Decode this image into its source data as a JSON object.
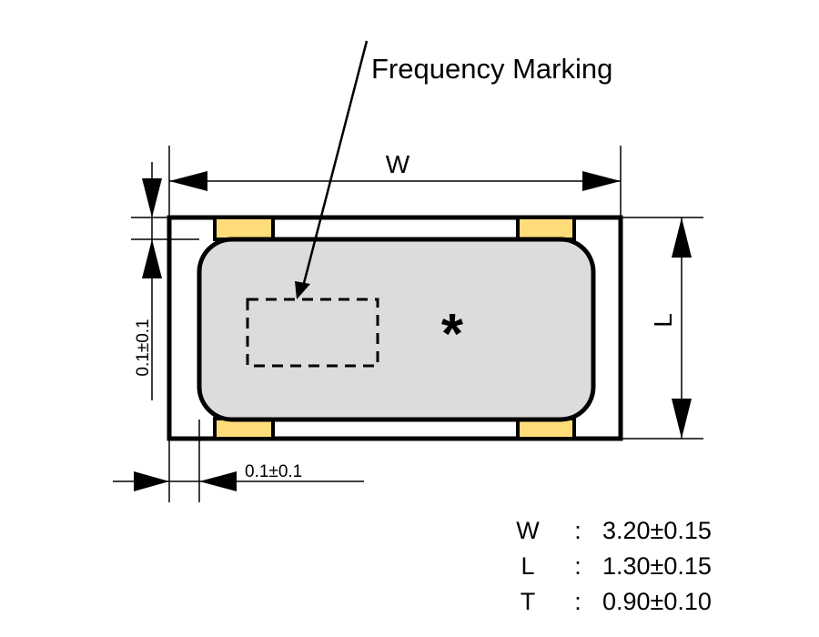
{
  "title_label": "Frequency Marking",
  "dimension_labels": {
    "width": "W",
    "length": "L",
    "left_gap": "0.1±0.1",
    "bottom_gap": "0.1±0.1"
  },
  "center_mark": "*",
  "colors": {
    "body_fill": "#dcdcdc",
    "pad_fill": "#ffdc7a",
    "line": "#000000"
  },
  "spec_table": [
    {
      "symbol": "W",
      "sep": ":",
      "value": "3.20±0.15"
    },
    {
      "symbol": "L",
      "sep": ":",
      "value": "1.30±0.15"
    },
    {
      "symbol": "T",
      "sep": ":",
      "value": "0.90±0.10"
    }
  ]
}
